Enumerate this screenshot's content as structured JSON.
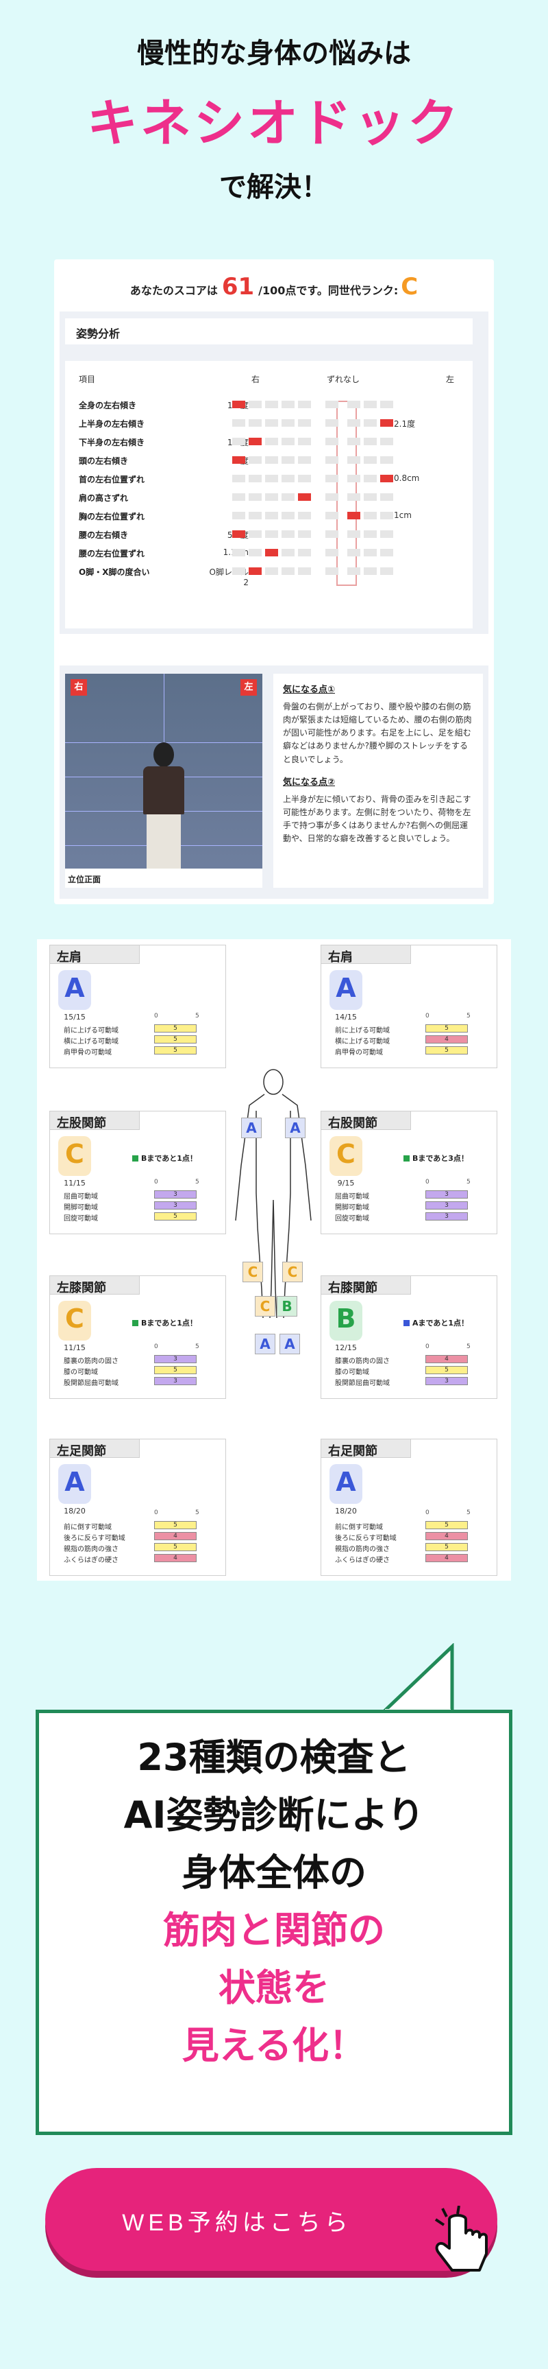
{
  "hero": {
    "line1": "慢性的な身体の悩みは",
    "line2": "キネシオドック",
    "line3": "で解決！"
  },
  "report": {
    "score_prefix": "あなたのスコアは",
    "score": "61",
    "score_suffix": "/100点です。同世代ランク:",
    "rank": "C",
    "section_title": "姿勢分析",
    "table_headers": {
      "item": "項目",
      "right": "右",
      "center": "ずれなし",
      "left": "左"
    },
    "rows": [
      {
        "label": "全身の左右傾き",
        "left_value": "1.3度",
        "right_value": "",
        "active": 0
      },
      {
        "label": "上半身の左右傾き",
        "left_value": "",
        "right_value": "2.1度",
        "active": 8
      },
      {
        "label": "下半身の左右傾き",
        "left_value": "1.8度",
        "right_value": "",
        "active": 1
      },
      {
        "label": "頭の左右傾き",
        "left_value": "5度",
        "right_value": "",
        "active": 0
      },
      {
        "label": "首の左右位置ずれ",
        "left_value": "",
        "right_value": "0.8cm",
        "active": 8
      },
      {
        "label": "肩の高さずれ",
        "left_value": "",
        "right_value": "",
        "active": 4
      },
      {
        "label": "胸の左右位置ずれ",
        "left_value": "",
        "right_value": "1cm",
        "active": 6
      },
      {
        "label": "腰の左右傾き",
        "left_value": "5.8度",
        "right_value": "",
        "active": 0
      },
      {
        "label": "腰の左右位置ずれ",
        "left_value": "1.1cm",
        "right_value": "",
        "active": 2
      },
      {
        "label": "O脚・X脚の度合い",
        "left_value": "O脚レベル2",
        "right_value": "",
        "active": 1
      }
    ],
    "photo_tag_right": "右",
    "photo_tag_left": "左",
    "photo_caption": "立位正面",
    "note1_title": "気になる点①",
    "note1_text": "骨盤の右側が上がっており、腰や股や膝の右側の筋肉が緊張または短縮しているため、腰の右側の筋肉が固い可能性があります。右足を上にし、足を組む癖などはありませんか?腰や脚のストレッチをすると良いでしょう。",
    "note2_title": "気になる点②",
    "note2_text": "上半身が左に傾いており、背骨の歪みを引き起こす可能性があります。左側に肘をついたり、荷物を左手で持つ事が多くはありませんか?右側への側屈運動や、日常的な癖を改善すると良いでしょう。"
  },
  "joints": {
    "cards": [
      {
        "title": "左肩",
        "grade": "A",
        "score": "15/15",
        "bonus": "",
        "rows": [
          {
            "label": "前に上げる可動域",
            "value": "5",
            "color": "y"
          },
          {
            "label": "横に上げる可動域",
            "value": "5",
            "color": "y"
          },
          {
            "label": "肩甲骨の可動域",
            "value": "5",
            "color": "y"
          }
        ]
      },
      {
        "title": "右肩",
        "grade": "A",
        "score": "14/15",
        "bonus": "",
        "rows": [
          {
            "label": "前に上げる可動域",
            "value": "5",
            "color": "y"
          },
          {
            "label": "横に上げる可動域",
            "value": "4",
            "color": "p"
          },
          {
            "label": "肩甲骨の可動域",
            "value": "5",
            "color": "y"
          }
        ]
      },
      {
        "title": "左股関節",
        "grade": "C",
        "score": "11/15",
        "bonus": "Bまであと1点！",
        "rows": [
          {
            "label": "屈曲可動域",
            "value": "3",
            "color": "v"
          },
          {
            "label": "開脚可動域",
            "value": "3",
            "color": "v"
          },
          {
            "label": "回旋可動域",
            "value": "5",
            "color": "y"
          }
        ]
      },
      {
        "title": "右股関節",
        "grade": "C",
        "score": "9/15",
        "bonus": "Bまであと3点！",
        "rows": [
          {
            "label": "屈曲可動域",
            "value": "3",
            "color": "v"
          },
          {
            "label": "開脚可動域",
            "value": "3",
            "color": "v"
          },
          {
            "label": "回旋可動域",
            "value": "3",
            "color": "v"
          }
        ]
      },
      {
        "title": "左膝関節",
        "grade": "C",
        "score": "11/15",
        "bonus": "Bまであと1点！",
        "rows": [
          {
            "label": "膝裏の筋肉の固さ",
            "value": "3",
            "color": "v"
          },
          {
            "label": "膝の可動域",
            "value": "5",
            "color": "y"
          },
          {
            "label": "股関節屈曲可動域",
            "value": "3",
            "color": "v"
          }
        ]
      },
      {
        "title": "右膝関節",
        "grade": "B",
        "score": "12/15",
        "bonus": "Aまであと1点！",
        "rows": [
          {
            "label": "膝裏の筋肉の固さ",
            "value": "4",
            "color": "p"
          },
          {
            "label": "膝の可動域",
            "value": "5",
            "color": "y"
          },
          {
            "label": "股関節屈曲可動域",
            "value": "3",
            "color": "v"
          }
        ]
      },
      {
        "title": "左足関節",
        "grade": "A",
        "score": "18/20",
        "bonus": "",
        "rows": [
          {
            "label": "前に倒す可動域",
            "value": "5",
            "color": "y"
          },
          {
            "label": "後ろに反らす可動域",
            "value": "4",
            "color": "p"
          },
          {
            "label": "親指の筋肉の強さ",
            "value": "5",
            "color": "y"
          },
          {
            "label": "ふくらはぎの硬さ",
            "value": "4",
            "color": "p"
          }
        ]
      },
      {
        "title": "右足関節",
        "grade": "A",
        "score": "18/20",
        "bonus": "",
        "rows": [
          {
            "label": "前に倒す可動域",
            "value": "5",
            "color": "y"
          },
          {
            "label": "後ろに反らす可動域",
            "value": "4",
            "color": "p"
          },
          {
            "label": "親指の筋肉の強さ",
            "value": "5",
            "color": "y"
          },
          {
            "label": "ふくらはぎの硬さ",
            "value": "4",
            "color": "p"
          }
        ]
      }
    ],
    "axis_low": "0",
    "axis_high": "5",
    "markers": [
      "A",
      "A",
      "C",
      "C",
      "C",
      "B",
      "A",
      "A"
    ]
  },
  "bubble": {
    "line1": "23種類の検査と",
    "line2": "AI姿勢診断により",
    "line3": "身体全体の",
    "line4": "筋肉と関節の",
    "line5": "状態を",
    "line6": "見える化！"
  },
  "cta": {
    "label": "WEB予約はこちら"
  },
  "colors": {
    "pink": "#ee2f8b",
    "green": "#218a58",
    "bg": "#dffafa"
  }
}
